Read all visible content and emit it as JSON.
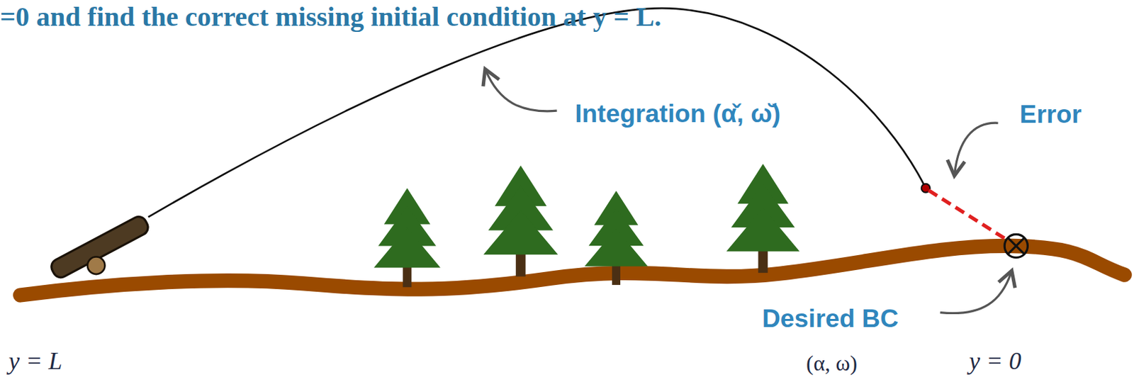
{
  "diagram": {
    "title": "=0 and find the correct missing initial condition at y = L.",
    "labels": [
      "Integration (α̌, ω̆)",
      "Error",
      "Desired BC",
      "(α, ω)",
      "y = L",
      "y = 0"
    ]
  }
}
